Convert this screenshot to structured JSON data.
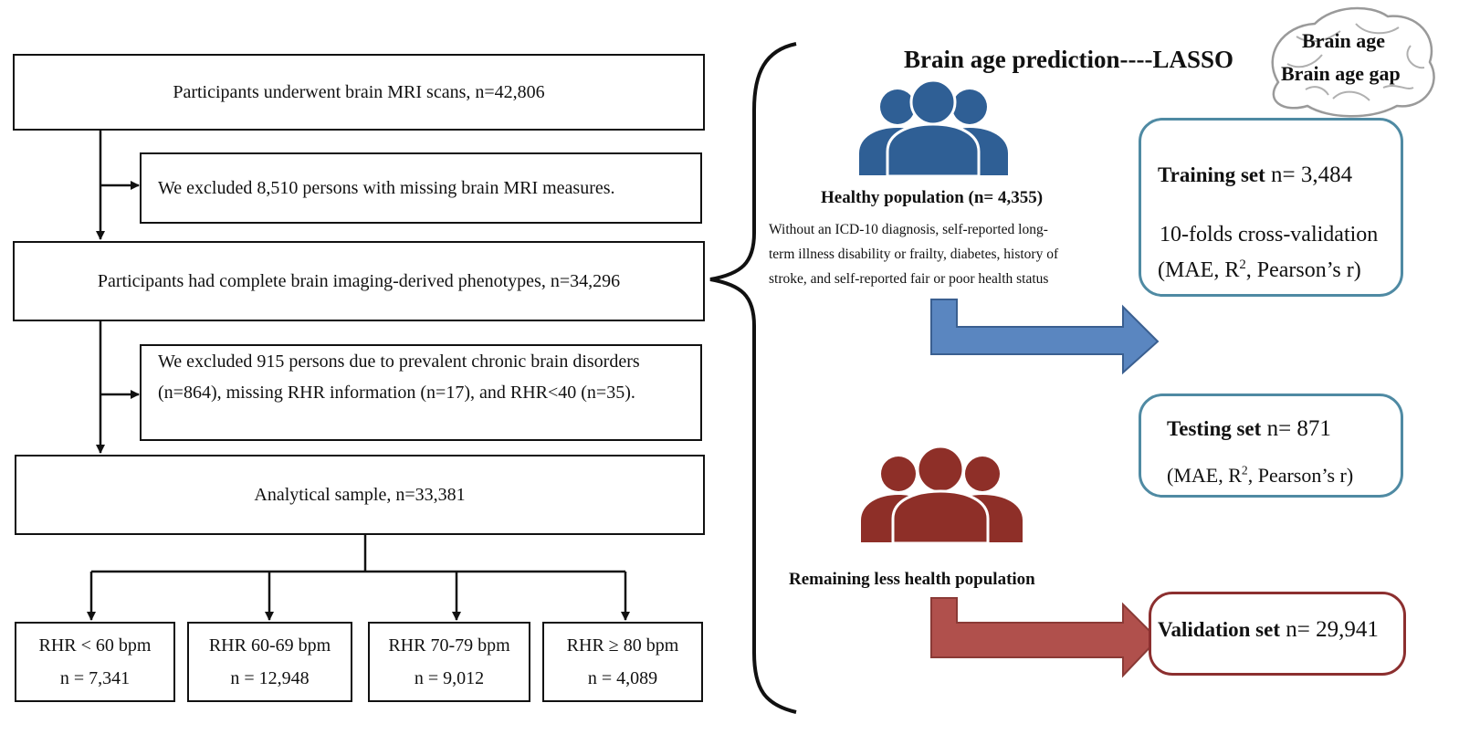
{
  "flowchart": {
    "step1": "Participants underwent brain MRI scans, n=42,806",
    "exclusion1": "We excluded 8,510 persons with missing brain MRI measures.",
    "step2": "Participants had complete brain imaging-derived phenotypes, n=34,296",
    "exclusion2_line1": "We excluded 915 persons due to prevalent chronic brain disorders",
    "exclusion2_line2": "(n=864), missing RHR information (n=17), and RHR<40 (n=35).",
    "step3": "Analytical sample, n=33,381",
    "groups": [
      {
        "label": "RHR < 60 bpm",
        "n": "n = 7,341"
      },
      {
        "label": "RHR 60-69 bpm",
        "n": "n = 12,948"
      },
      {
        "label": "RHR 70-79 bpm",
        "n": "n = 9,012"
      },
      {
        "label": "RHR ≥ 80 bpm",
        "n": "n = 4,089"
      }
    ]
  },
  "right": {
    "title": "Brain age prediction----LASSO",
    "brain_labels": [
      "Brain age",
      "Brain age gap"
    ],
    "healthy_title": "Healthy population (n= 4,355)",
    "healthy_desc": [
      "Without an ICD-10 diagnosis, self-reported long-",
      "term illness disability or frailty, diabetes, history of",
      "stroke, and self-reported fair or poor health status"
    ],
    "remaining_title": "Remaining less health population",
    "training": {
      "label": "Training set",
      "value": " n= 3,484",
      "cv": "10-folds cross-validation",
      "metrics_pre": "(MAE, R",
      "metrics_sup": "2",
      "metrics_post": ", Pearson’s r)"
    },
    "testing": {
      "label": "Testing set",
      "value": " n= 871",
      "metrics_pre": "(MAE, R",
      "metrics_sup": "2",
      "metrics_post": ", Pearson’s r)"
    },
    "validation": {
      "label": "Validation set",
      "value": " n= 29,941"
    }
  },
  "colors": {
    "blue_icon": "#2f5f95",
    "blue_arrow": "#5a86c0",
    "red_icon": "#8e2f28",
    "red_arrow": "#b0504c",
    "teal_border": "#4f8aa3",
    "red_border": "#8c2f2f"
  }
}
